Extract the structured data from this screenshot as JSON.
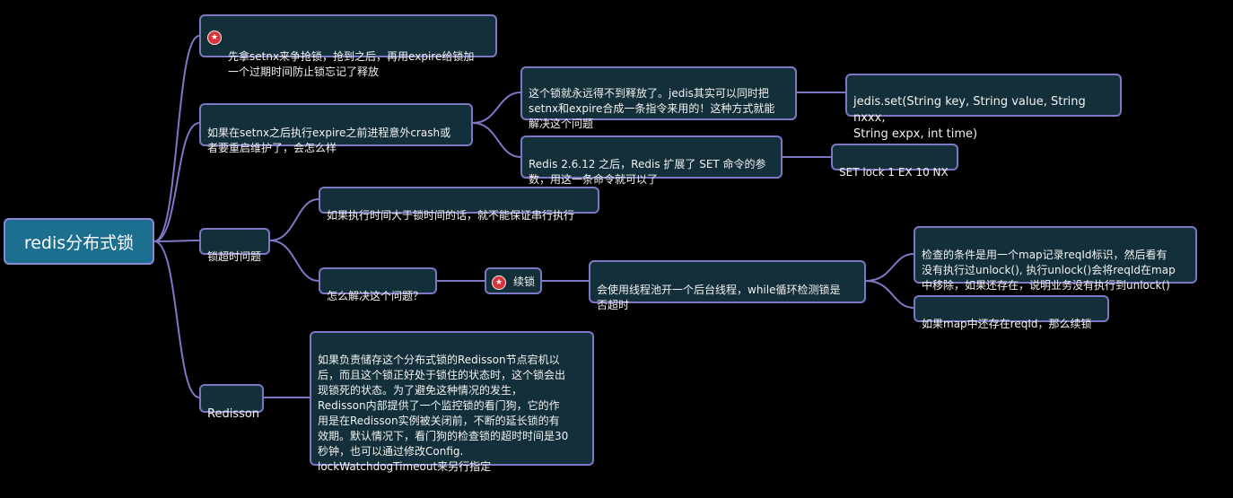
{
  "colors": {
    "background": "#000000",
    "node_fill": "#13303a",
    "root_fill": "#1d6f8f",
    "border": "#7d78c4",
    "star": "#d9343b"
  },
  "root": {
    "label": "redis分布式锁"
  },
  "nodes": {
    "setnx_expire": "先拿setnx来争抢锁，抢到之后，再用expire给锁加\n一个过期时间防止锁忘记了释放",
    "crash_question": "如果在setnx之后执行expire之前进程意外crash或\n者要重启维护了，会怎么样",
    "never_release": "这个锁就永远得不到释放了。jedis其实可以同时把\nsetnx和expire合成一条指令来用的！这种方式就能\n解决这个问题",
    "jedis_set": "jedis.set(String key, String value, String nxxx,\nString expx, int time)",
    "redis_extended": "Redis 2.6.12 之后，Redis 扩展了 SET 命令的参\n数，用这一条命令就可以了",
    "set_lock_cmd": "SET lock 1 EX 10 NX",
    "lock_timeout": "锁超时问题",
    "timeout_exceed": "如果执行时间大于锁时间的话，就不能保证串行执行",
    "how_solve": "怎么解决这个问题？",
    "renew": "续锁",
    "thread_pool": "会使用线程池开一个后台线程，while循环检测锁是\n否超时",
    "check_condition": "检查的条件是用一个map记录reqId标识，然后看有\n没有执行过unlock(), 执行unlock()会将reqId在map\n中移除，如果还存在，说明业务没有执行到unlock()",
    "map_renew": "如果map中还存在reqId，那么续锁",
    "redisson": "Redisson",
    "redisson_detail": "如果负责储存这个分布式锁的Redisson节点宕机以\n后，而且这个锁正好处于锁住的状态时，这个锁会出\n现锁死的状态。为了避免这种情况的发生，\nRedisson内部提供了一个监控锁的看门狗，它的作\n用是在Redisson实例被关闭前，不断的延长锁的有\n效期。默认情况下，看门狗的检查锁的超时时间是30\n秒钟，也可以通过修改Config.\nlockWatchdogTimeout来另行指定"
  },
  "icons": {
    "star": "star-icon"
  }
}
